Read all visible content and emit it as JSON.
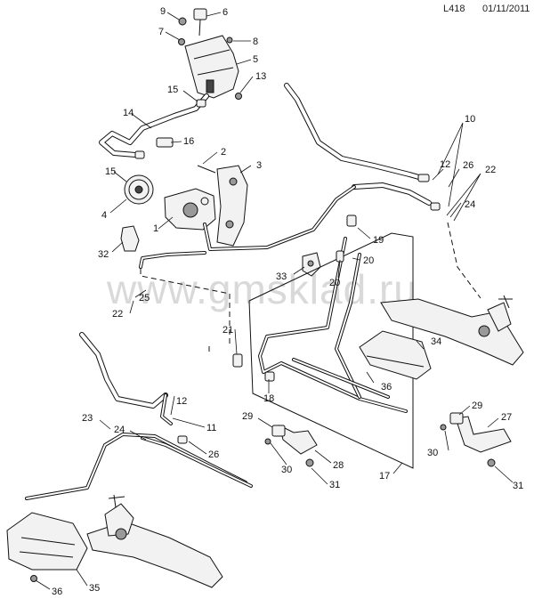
{
  "header": {
    "code": "L418",
    "date": "01/11/2011"
  },
  "watermark": "www.gmsklad.ru",
  "callouts": [
    {
      "n": "9"
    },
    {
      "n": "6"
    },
    {
      "n": "7"
    },
    {
      "n": "8"
    },
    {
      "n": "5"
    },
    {
      "n": "13"
    },
    {
      "n": "15"
    },
    {
      "n": "14"
    },
    {
      "n": "16"
    },
    {
      "n": "2"
    },
    {
      "n": "3"
    },
    {
      "n": "15"
    },
    {
      "n": "4"
    },
    {
      "n": "1"
    },
    {
      "n": "32"
    },
    {
      "n": "10"
    },
    {
      "n": "12"
    },
    {
      "n": "26"
    },
    {
      "n": "22"
    },
    {
      "n": "24"
    },
    {
      "n": "19"
    },
    {
      "n": "20"
    },
    {
      "n": "20"
    },
    {
      "n": "33"
    },
    {
      "n": "25"
    },
    {
      "n": "22"
    },
    {
      "n": "21"
    },
    {
      "n": "34"
    },
    {
      "n": "36"
    },
    {
      "n": "18"
    },
    {
      "n": "29"
    },
    {
      "n": "28"
    },
    {
      "n": "30"
    },
    {
      "n": "31"
    },
    {
      "n": "17"
    },
    {
      "n": "29"
    },
    {
      "n": "27"
    },
    {
      "n": "30"
    },
    {
      "n": "31"
    },
    {
      "n": "23"
    },
    {
      "n": "24"
    },
    {
      "n": "12"
    },
    {
      "n": "11"
    },
    {
      "n": "26"
    },
    {
      "n": "36"
    },
    {
      "n": "35"
    }
  ]
}
